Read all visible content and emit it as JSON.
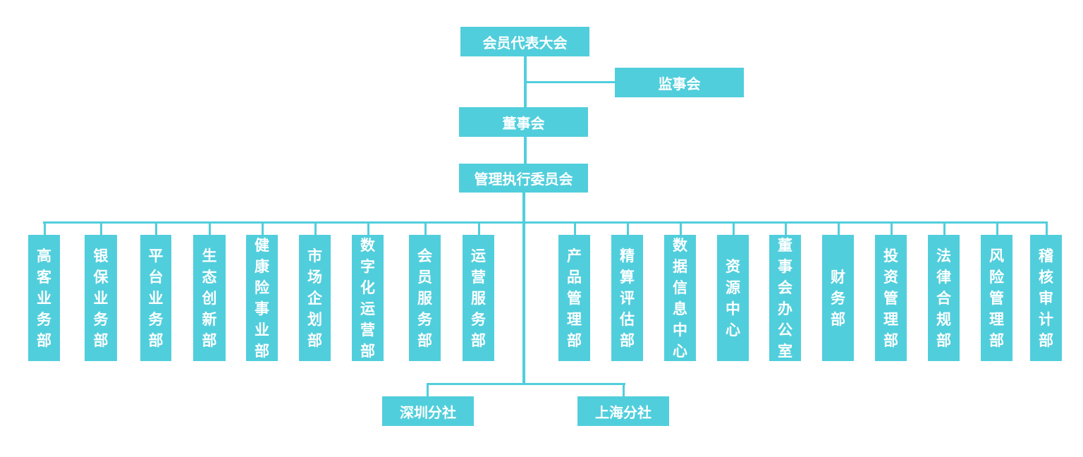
{
  "colors": {
    "box": "#51cedc",
    "line": "#51cedc",
    "text": "#ffffff"
  },
  "top": {
    "assembly": "会员代表大会",
    "supervisory": "监事会",
    "board": "董事会",
    "executive": "管理执行委员会"
  },
  "departments": [
    "高客业务部",
    "银保业务部",
    "平台业务部",
    "生态创新部",
    "健康险事业部",
    "市场企划部",
    "数字化运营部",
    "会员服务部",
    "运营服务部",
    "产品管理部",
    "精算评估部",
    "数据信息中心",
    "资源中心",
    "董事会办公室",
    "财务部",
    "投资管理部",
    "法律合规部",
    "风险管理部",
    "稽核审计部"
  ],
  "branches": [
    "深圳分社",
    "上海分社"
  ]
}
